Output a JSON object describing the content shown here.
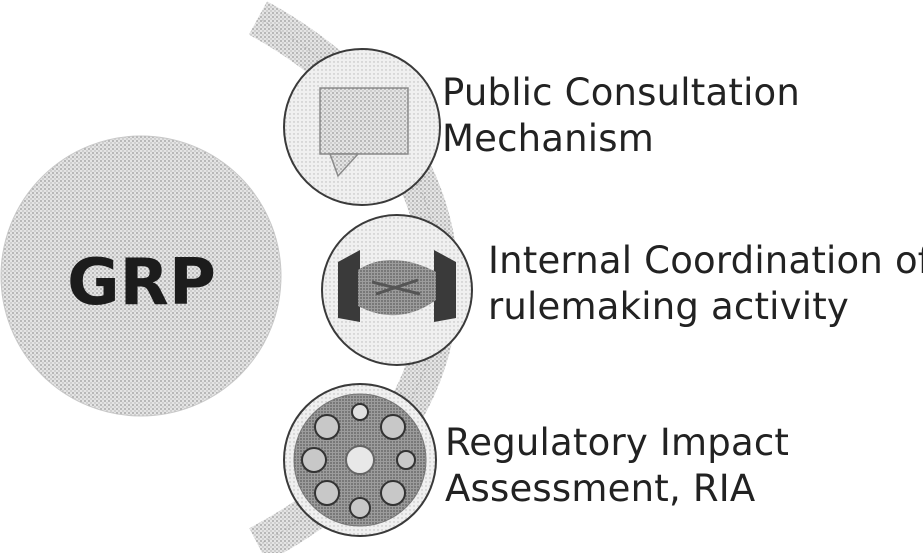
{
  "diagram": {
    "center_label": "GRP",
    "components": [
      {
        "icon": "speech-bubble-icon",
        "lines": [
          "Public Consultation",
          "Mechanism"
        ]
      },
      {
        "icon": "handshake-icon",
        "lines": [
          "Internal Coordination of",
          "rulemaking activity"
        ]
      },
      {
        "icon": "gear-circle-icon",
        "lines": [
          "Regulatory Impact",
          "Assessment, RIA"
        ]
      }
    ]
  },
  "colors": {
    "background": "#ffffff",
    "stipple_fill": "#d7d7d7",
    "outline": "#3a3a3a",
    "text": "#222222"
  }
}
